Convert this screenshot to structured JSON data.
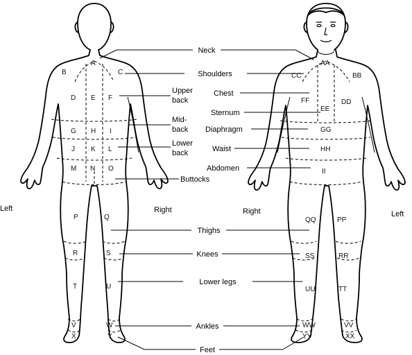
{
  "labels": {
    "neck": "Neck",
    "shoulders": "Shoulders",
    "upper_back": [
      "Upper",
      "back"
    ],
    "mid_back": [
      "Mid-",
      "back"
    ],
    "lower_back": [
      "Lower",
      "back"
    ],
    "buttocks": "Buttocks",
    "chest": "Chest",
    "sternum": "Sternum",
    "diaphragm": "Diaphragm",
    "waist": "Waist",
    "abdomen": "Abdomen",
    "thighs": "Thighs",
    "knees": "Knees",
    "lower_legs": "Lower legs",
    "ankles": "Ankles",
    "feet": "Feet"
  },
  "sides": {
    "back_left": "Left",
    "back_right": "Right",
    "front_right": "Right",
    "front_left": "Left"
  },
  "back_zones": [
    "A",
    "B",
    "C",
    "D",
    "E",
    "F",
    "G",
    "H",
    "I",
    "J",
    "K",
    "L",
    "M",
    "N",
    "O",
    "P",
    "Q",
    "R",
    "S",
    "T",
    "U",
    "V",
    "W",
    "X",
    "Y"
  ],
  "front_zones": [
    "AA",
    "BB",
    "CC",
    "DD",
    "EE",
    "FF",
    "GG",
    "HH",
    "II",
    "PP",
    "QQ",
    "RR",
    "SS",
    "TT",
    "UU",
    "VV",
    "WW",
    "XX",
    "YY"
  ]
}
